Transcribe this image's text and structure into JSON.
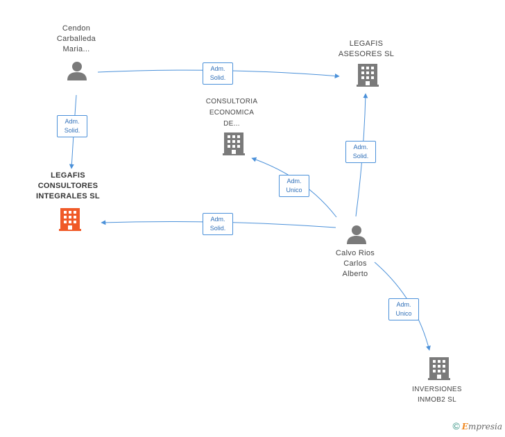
{
  "nodes": {
    "cendon": {
      "lines": [
        "Cendon",
        "Carballeda",
        "Maria..."
      ]
    },
    "legafis_asesores": {
      "lines": [
        "LEGAFIS",
        "ASESORES  SL"
      ]
    },
    "consultoria": {
      "lines": [
        "CONSULTORIA",
        "ECONOMICA",
        "DE..."
      ]
    },
    "legafis_consultores": {
      "lines": [
        "LEGAFIS",
        "CONSULTORES",
        "INTEGRALES SL"
      ]
    },
    "calvo": {
      "lines": [
        "Calvo Rios",
        "Carlos",
        "Alberto"
      ]
    },
    "inversiones": {
      "lines": [
        "INVERSIONES",
        "INMOB2 SL"
      ]
    }
  },
  "edges": {
    "cendon_to_asesores": [
      "Adm.",
      "Solid."
    ],
    "cendon_to_consultores": [
      "Adm.",
      "Solid."
    ],
    "calvo_to_consultoria": [
      "Adm.",
      "Unico"
    ],
    "calvo_to_asesores": [
      "Adm.",
      "Solid."
    ],
    "calvo_to_consultores": [
      "Adm.",
      "Solid."
    ],
    "calvo_to_inversiones": [
      "Adm.",
      "Unico"
    ]
  },
  "colors": {
    "edge": "#4a90d9",
    "person_icon": "#7a7a7a",
    "company_icon": "#7a7a7a",
    "highlight_company_icon": "#f05a28"
  },
  "footer": {
    "copyright_symbol": "©",
    "brand_first": "E",
    "brand_rest": "mpresia"
  }
}
